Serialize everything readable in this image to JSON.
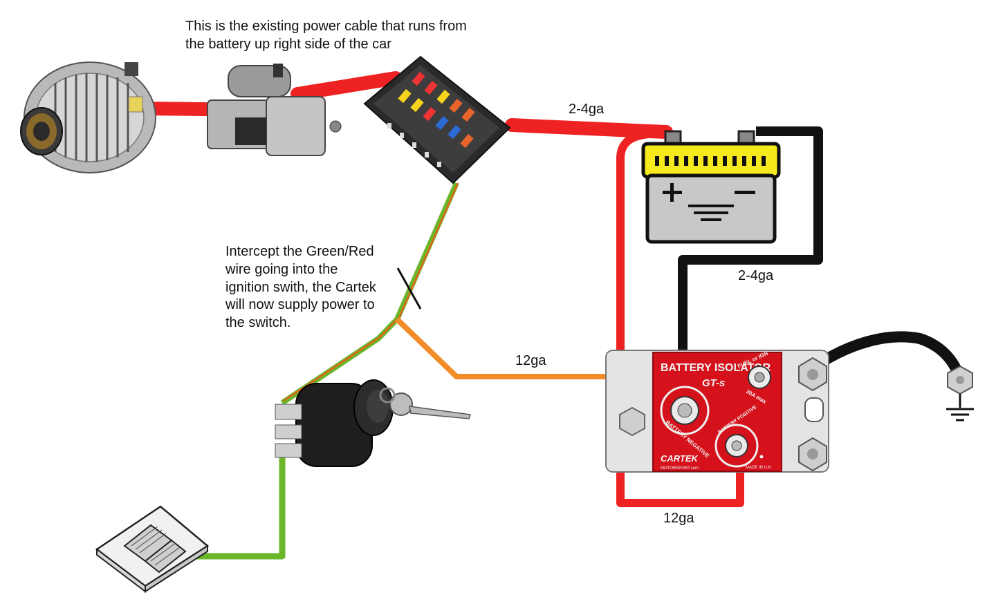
{
  "annotations": {
    "top_note_line1": "This is the existing power cable that runs from",
    "top_note_line2": "the battery up right side of the car",
    "intercept_line1": "Intercept the Green/Red",
    "intercept_line2": "wire going into the",
    "intercept_line3": "ignition swith, the Cartek",
    "intercept_line4": "will now supply power to",
    "intercept_line5": "the switch."
  },
  "wire_labels": {
    "fuse_to_battery": "2-4ga",
    "battery_negative": "2-4ga",
    "orange_feed": "12ga",
    "bottom_positive": "12ga"
  },
  "components": {
    "alternator": "alternator-icon",
    "starter": "starter-motor-icon",
    "fuse_box": "fuse-box-icon",
    "battery": "battery-icon",
    "ignition_switch": "ignition-switch-icon",
    "ecu": "ecu-icon",
    "isolator": "battery-isolator-icon",
    "ground": "ground-icon"
  },
  "isolator": {
    "title": "BATTERY ISOLATOR",
    "model": "GT-s",
    "brand": "CARTEK",
    "brand_sub": "MOTORSPORT.com",
    "negative_terminal": "BATTERY NEGATIVE",
    "positive_terminal": "BATTERY POSITIVE",
    "fuel_label": "FUEL or IGN",
    "fuel_rating": "30A max",
    "made_in": "MADE IN U.K"
  },
  "colors": {
    "power_wire": "#ee2222",
    "ground_wire": "#111111",
    "ignition_feed": "#f28c28",
    "green_wire": "#6ab72a",
    "battery_top": "#f7ea1c",
    "battery_body": "#c8c8c8",
    "isolator_panel": "#d5121b"
  }
}
